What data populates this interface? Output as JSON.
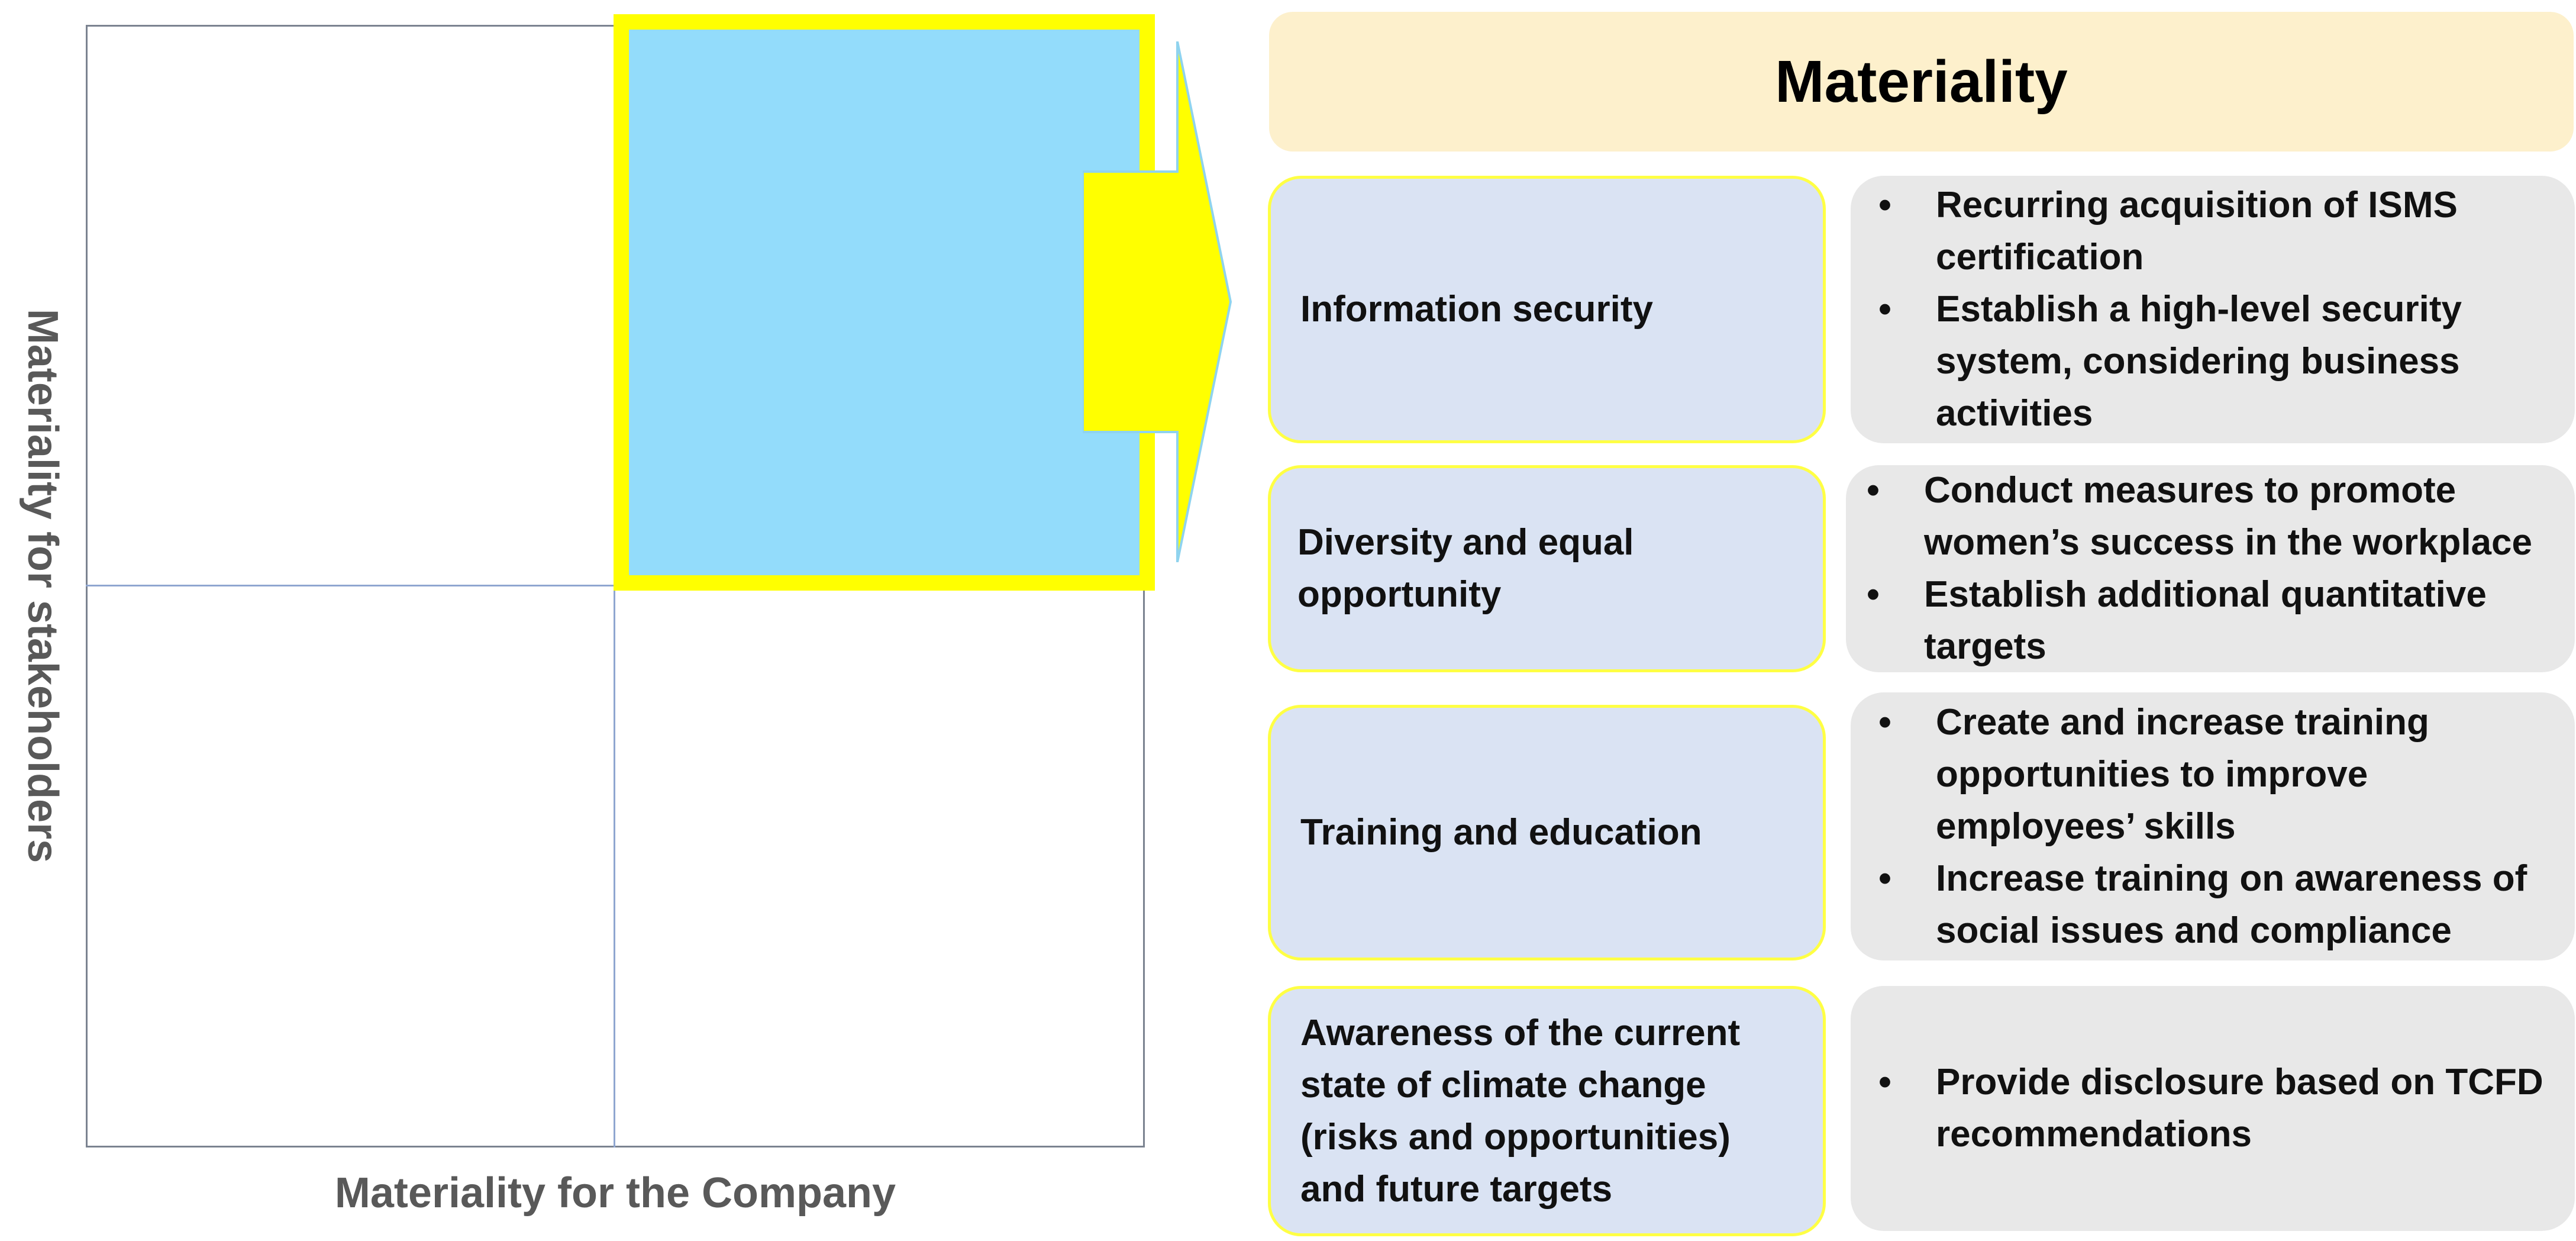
{
  "matrix": {
    "x_axis_label": "Materiality for the Company",
    "y_axis_label": "Materiality for stakeholders",
    "highlighted_quadrant": "top-right",
    "highlight_fill": "#93dcfb",
    "highlight_border": "#ffff00",
    "arrow_color": "#ffff00"
  },
  "panel": {
    "title": "Materiality",
    "bullet": "•",
    "rows": [
      {
        "topic": "Information security",
        "actions": [
          "Recurring acquisition of ISMS certification",
          "Establish a high-level security system, considering business activities"
        ]
      },
      {
        "topic": "Diversity and equal opportunity",
        "actions": [
          "Conduct measures to promote women’s success in the workplace",
          "Establish additional quantitative targets"
        ]
      },
      {
        "topic": "Training and education",
        "actions": [
          "Create and increase training opportunities to improve employees’ skills",
          "Increase training on awareness of social issues and compliance"
        ]
      },
      {
        "topic": "Awareness of the current state of climate change (risks and opportunities) and future targets",
        "actions": [
          "Provide disclosure based on TCFD recommendations"
        ]
      }
    ]
  },
  "colors": {
    "header_bg": "#fdf0cc",
    "topic_bg": "#dae3f3",
    "topic_border": "#ffff44",
    "action_bg": "#e8e8e8",
    "axis_text": "#595959"
  }
}
